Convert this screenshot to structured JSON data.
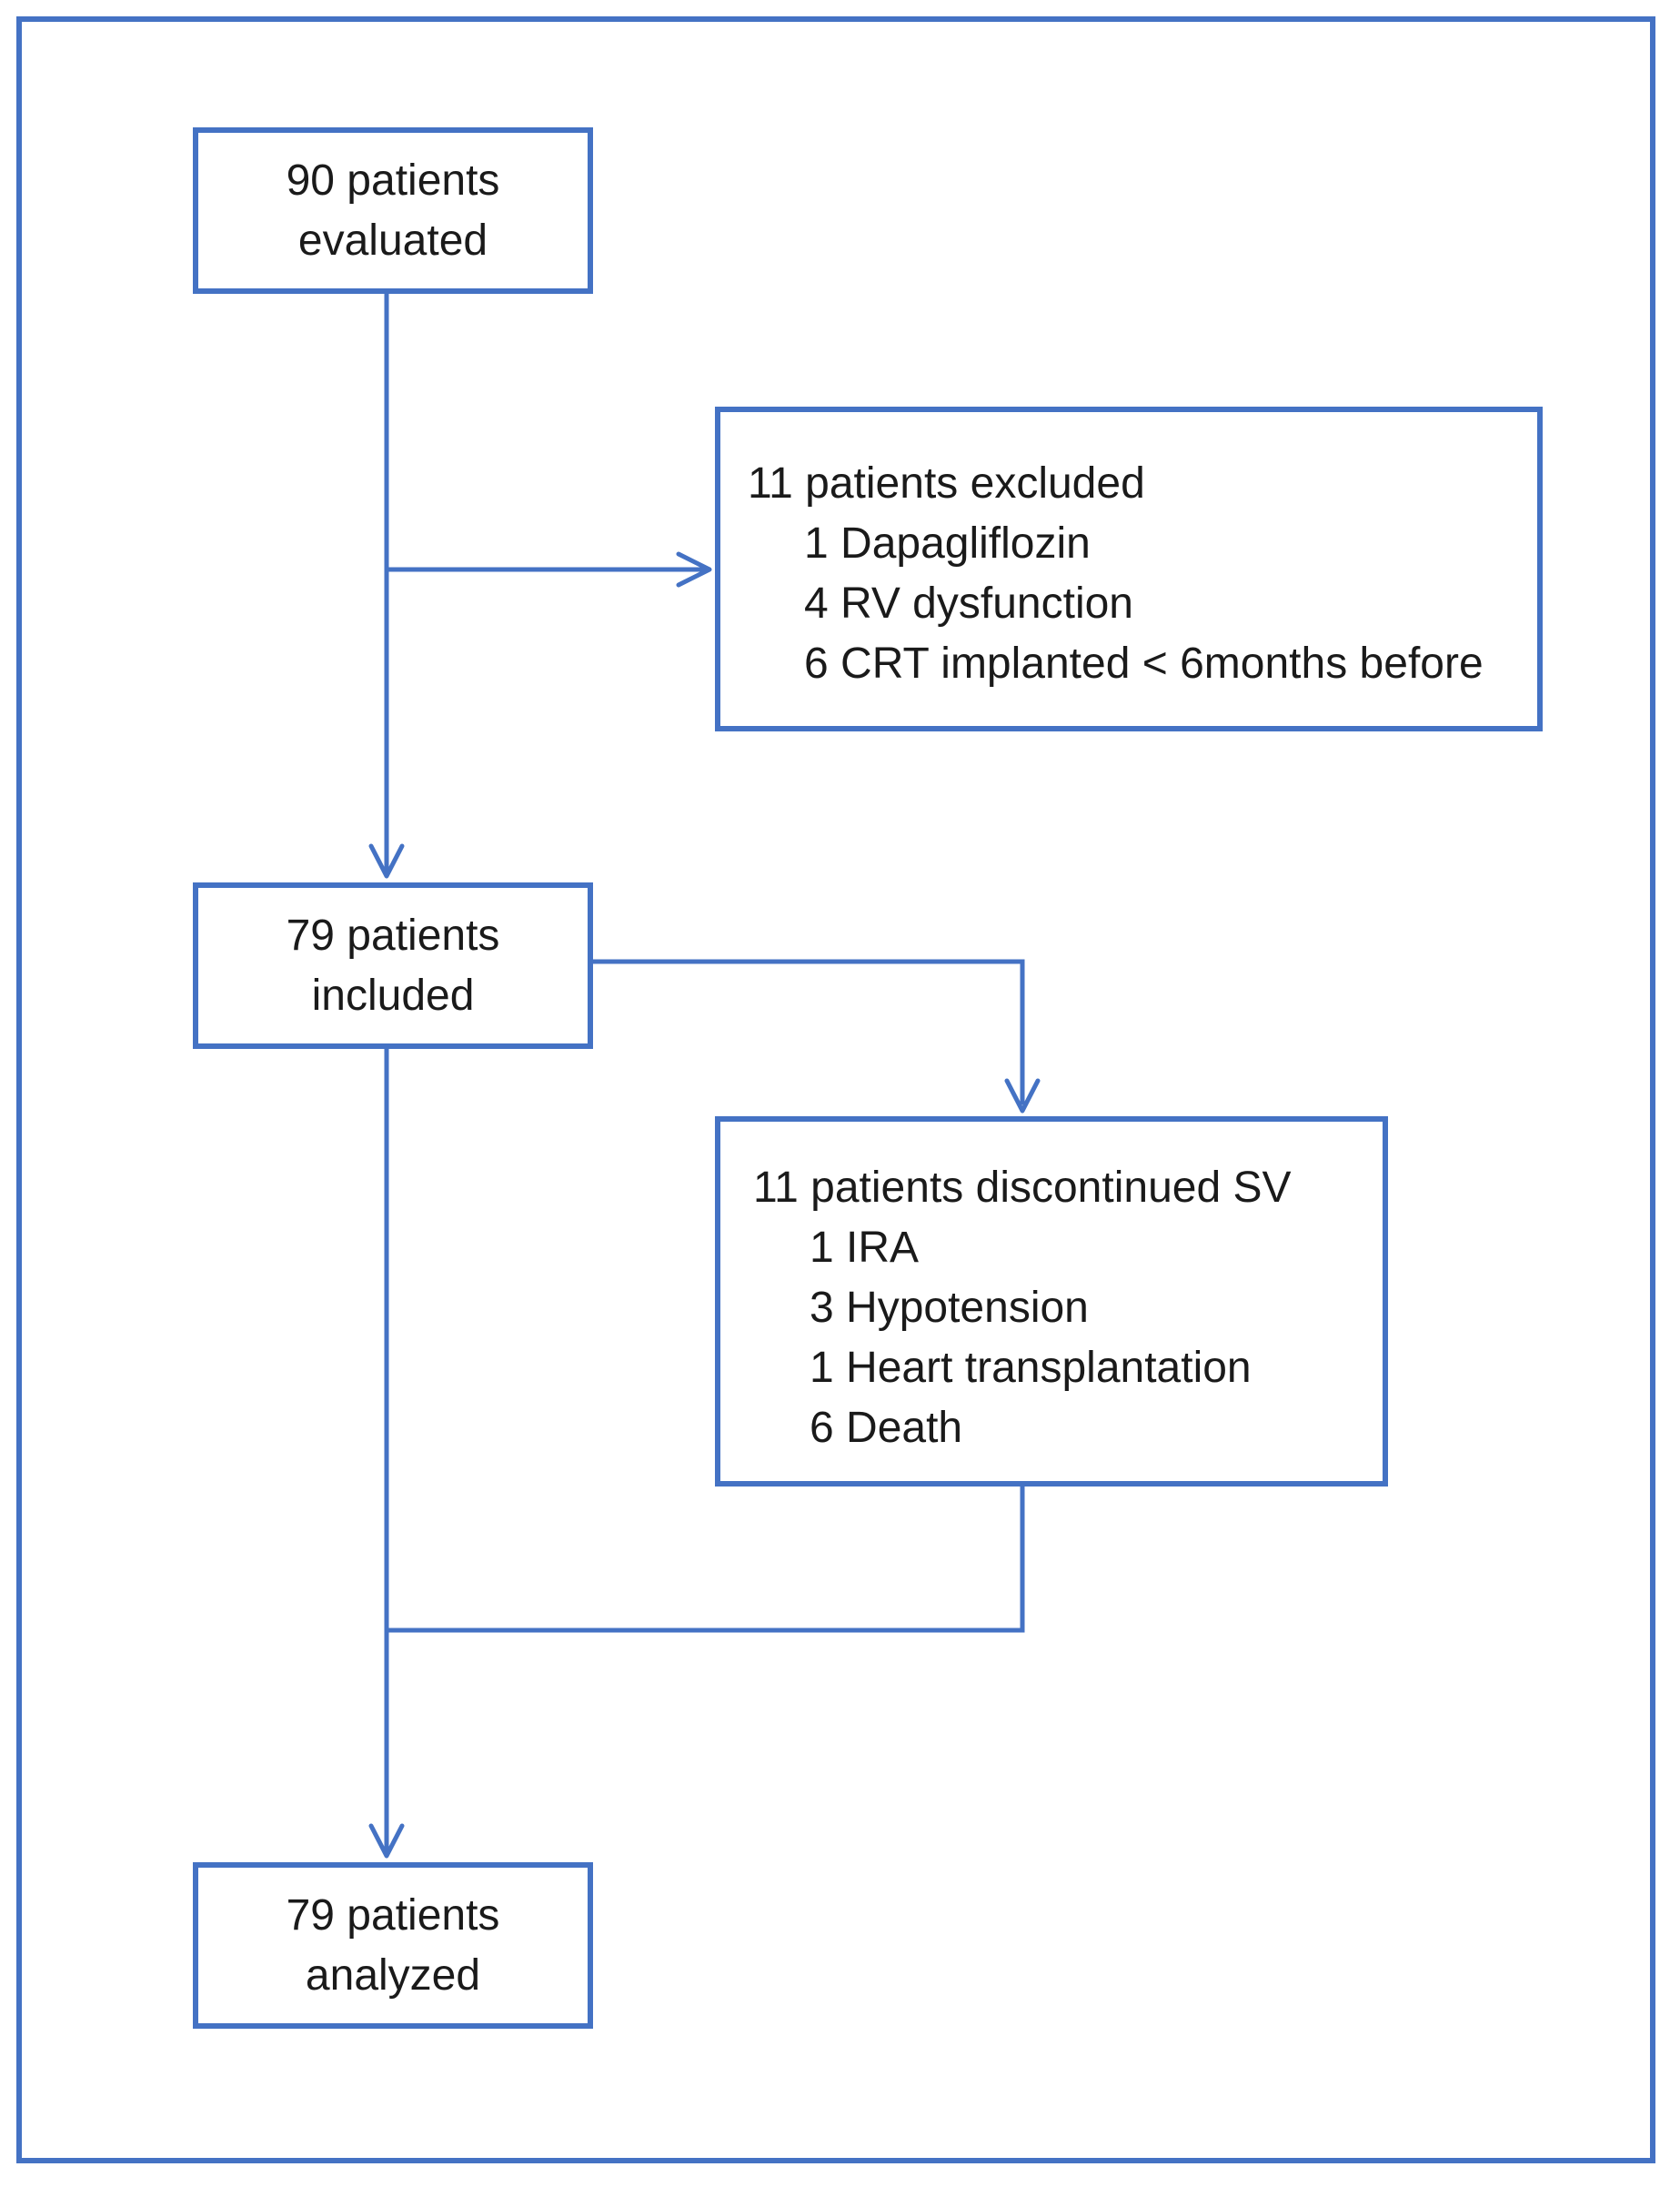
{
  "theme": {
    "accent": "#4472C4",
    "text": "#1a1a1a",
    "background": "#ffffff"
  },
  "flowchart": {
    "evaluated": {
      "lines": [
        "90 patients",
        "evaluated"
      ]
    },
    "excluded": {
      "title": "11 patients excluded",
      "items": [
        "1 Dapagliflozin",
        "4 RV dysfunction",
        "6 CRT implanted < 6months before"
      ]
    },
    "included": {
      "lines": [
        "79 patients",
        "included"
      ]
    },
    "discontinued": {
      "title": "11 patients discontinued SV",
      "items": [
        "1 IRA",
        "3 Hypotension",
        "1 Heart transplantation",
        "6 Death"
      ]
    },
    "analyzed": {
      "lines": [
        "79 patients",
        "analyzed"
      ]
    }
  }
}
